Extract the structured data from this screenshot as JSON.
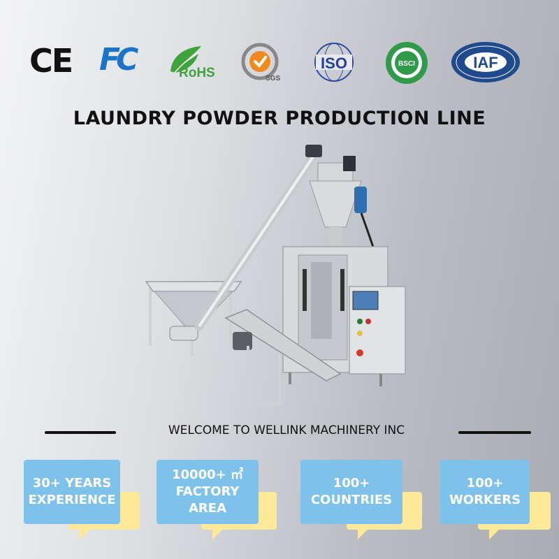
{
  "certifications": [
    {
      "name": "ce-logo",
      "text": "CE"
    },
    {
      "name": "fcc-logo",
      "text": "FC"
    },
    {
      "name": "rohs-logo",
      "text": "RoHS"
    },
    {
      "name": "sgs-logo",
      "text": "SGS"
    },
    {
      "name": "iso-logo",
      "text": "ISO"
    },
    {
      "name": "bsci-logo",
      "text": "BSCI"
    },
    {
      "name": "iaf-logo",
      "text": "IAF"
    }
  ],
  "page": {
    "title": "LAUNDRY POWDER PRODUCTION LINE",
    "welcome": "WELCOME TO WELLINK MACHINERY INC"
  },
  "stats": [
    {
      "line1": "30+ YEARS",
      "line2": "EXPERIENCE"
    },
    {
      "line1": "10000+ ㎡",
      "line2": "FACTORY AREA"
    },
    {
      "line1": "100+",
      "line2": "COUNTRIES"
    },
    {
      "line1": "100+",
      "line2": "WORKERS"
    }
  ],
  "colors": {
    "bubble_blue": "#7ec2ec",
    "bubble_yellow": "#fde999",
    "fcc_blue": "#1b74c5",
    "rohs_green": "#3ea43a"
  }
}
